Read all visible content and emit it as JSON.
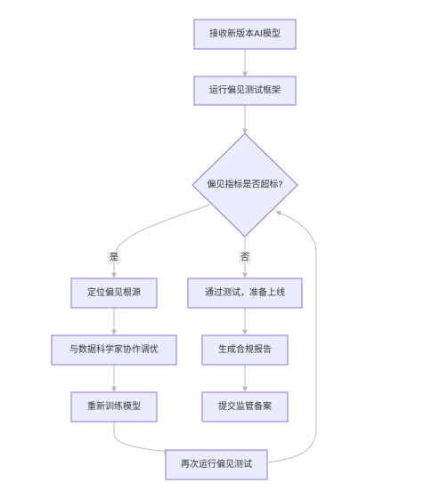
{
  "colors": {
    "node_fill": "#ECECFF",
    "node_stroke": "#9370DB",
    "edge": "#BBBBBB",
    "text": "#333333",
    "label_bg": "#E8E8E8"
  },
  "nodes": {
    "receive_model": "接收新版本AI模型",
    "run_test_framework": "运行偏见测试框架",
    "decision_bias_exceeded": "偏见指标是否超标?",
    "locate_bias_source": "定位偏见根源",
    "pass_test_release": "通过测试，准备上线",
    "tune_with_scientists": "与数据科学家协作调优",
    "generate_report": "生成合规报告",
    "retrain_model": "重新训练模型",
    "submit_filing": "提交监管备案",
    "rerun_bias_test": "再次运行偏见测试"
  },
  "edge_labels": {
    "yes": "是",
    "no": "否"
  }
}
